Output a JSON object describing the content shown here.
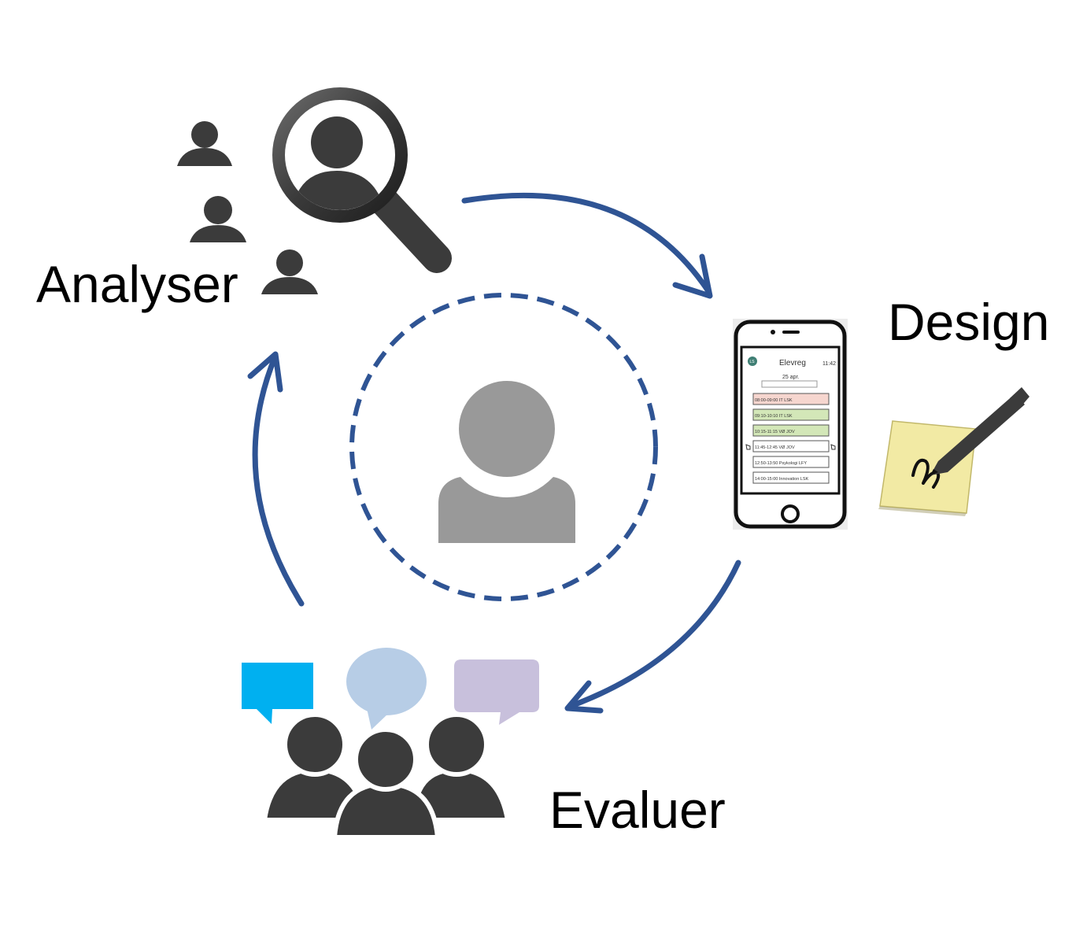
{
  "stages": {
    "analyse": "Analyser",
    "design": "Design",
    "evaluate": "Evaluer"
  },
  "phone": {
    "app_title": "Elevreg",
    "time": "11:42",
    "date": "25 apr.",
    "badge": "LS",
    "schedule": [
      {
        "text": "08:00-09:00 IT  LSK",
        "color": "#f6d6cf"
      },
      {
        "text": "09:10-10:10 IT  LSK",
        "color": "#d3e7b8"
      },
      {
        "text": "10:15-11:15 VØ  JOV",
        "color": "#d3e7b8"
      },
      {
        "text": "11:45-12:45  VØ JOV",
        "color": "#ffffff"
      },
      {
        "text": "12:50-13:50 Psykologi  LFY",
        "color": "#ffffff"
      },
      {
        "text": "14:00-15:00 Innovation  LSK",
        "color": "#ffffff"
      }
    ]
  },
  "colors": {
    "arrow": "#2f5494",
    "icon_dark": "#3b3b3b",
    "user_gray": "#999999",
    "bubble_blue": "#00b0f0",
    "bubble_light": "#b7cde6",
    "bubble_purple": "#c8c0dc",
    "sticky_note": "#f2eaa4"
  }
}
